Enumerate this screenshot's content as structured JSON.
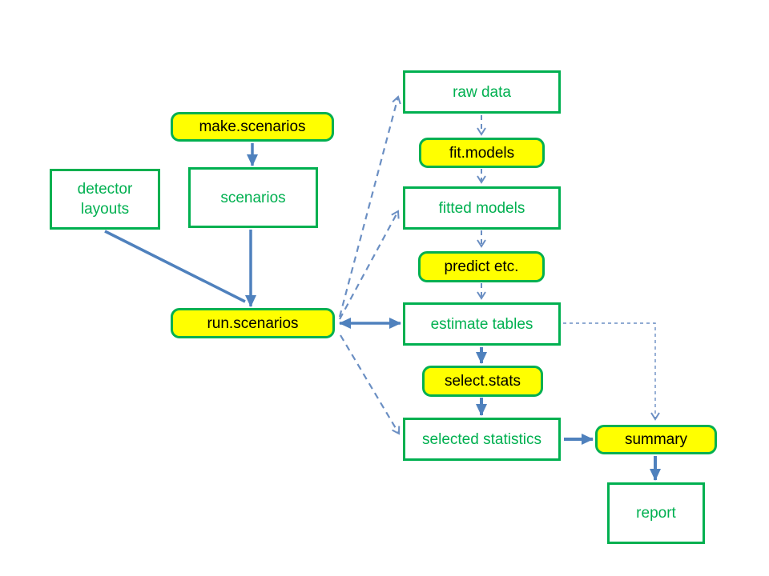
{
  "diagram": {
    "title": "secr design workflow diagram",
    "colors": {
      "box_border_green": "#00B050",
      "data_box_fill": "#FFFFFF",
      "data_box_text_green": "#00B050",
      "function_box_fill_yellow": "#FFFF00",
      "function_box_text": "#000000",
      "solid_arrow_blue": "#4F81BD",
      "dashed_arrow_blue": "#6B8FC3"
    },
    "nodes": {
      "make_scenarios": {
        "label": "make.scenarios",
        "kind": "function"
      },
      "detector_layouts": {
        "label": "detector layouts",
        "kind": "data"
      },
      "scenarios": {
        "label": "scenarios",
        "kind": "data"
      },
      "run_scenarios": {
        "label": "run.scenarios",
        "kind": "function"
      },
      "raw_data": {
        "label": "raw data",
        "kind": "data"
      },
      "fit_models": {
        "label": "fit.models",
        "kind": "function"
      },
      "fitted_models": {
        "label": "fitted models",
        "kind": "data"
      },
      "predict_etc": {
        "label": "predict etc.",
        "kind": "function"
      },
      "estimate_tables": {
        "label": "estimate tables",
        "kind": "data"
      },
      "select_stats": {
        "label": "select.stats",
        "kind": "function"
      },
      "selected_statistics": {
        "label": "selected statistics",
        "kind": "data"
      },
      "summary": {
        "label": "summary",
        "kind": "function"
      },
      "report": {
        "label": "report",
        "kind": "data"
      }
    },
    "edges": [
      {
        "from": "make.scenarios",
        "to": "scenarios",
        "style": "solid"
      },
      {
        "from": "scenarios",
        "to": "run.scenarios",
        "style": "solid"
      },
      {
        "from": "detector layouts",
        "to": "run.scenarios",
        "style": "solid"
      },
      {
        "from": "run.scenarios",
        "to": "estimate tables",
        "style": "solid-double-headed"
      },
      {
        "from": "run.scenarios",
        "to": "raw data",
        "style": "dashed"
      },
      {
        "from": "run.scenarios",
        "to": "fitted models",
        "style": "dashed"
      },
      {
        "from": "run.scenarios",
        "to": "selected statistics",
        "style": "dashed"
      },
      {
        "from": "raw data",
        "to": "fit.models",
        "style": "dashed"
      },
      {
        "from": "fit.models",
        "to": "fitted models",
        "style": "dashed"
      },
      {
        "from": "fitted models",
        "to": "predict etc.",
        "style": "dashed"
      },
      {
        "from": "predict etc.",
        "to": "estimate tables",
        "style": "dashed"
      },
      {
        "from": "estimate tables",
        "to": "select.stats",
        "style": "solid"
      },
      {
        "from": "select.stats",
        "to": "selected statistics",
        "style": "solid"
      },
      {
        "from": "selected statistics",
        "to": "summary",
        "style": "solid"
      },
      {
        "from": "estimate tables",
        "to": "summary",
        "style": "dashed-elbow"
      },
      {
        "from": "summary",
        "to": "report",
        "style": "solid"
      }
    ]
  }
}
